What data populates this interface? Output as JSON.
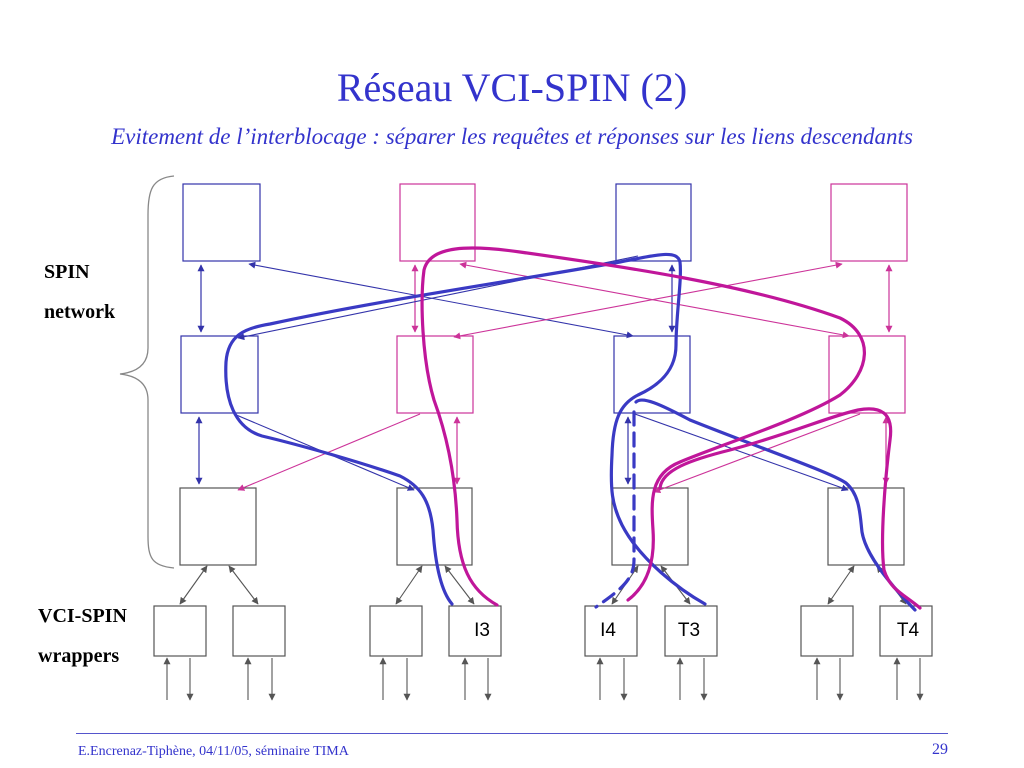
{
  "slide": {
    "title": "Réseau VCI-SPIN (2)",
    "subtitle": "Evitement de l’interblocage : séparer les requêtes et réponses sur les liens descendants",
    "footer": "E.Encrenaz-Tiphène, 04/11/05, séminaire TIMA",
    "page_number": "29"
  },
  "labels": {
    "spin_line1": "SPIN",
    "spin_line2": "network",
    "vci_line1": "VCI-SPIN",
    "vci_line2": "wrappers"
  },
  "wrappers": {
    "i3": "I3",
    "i4": "I4",
    "t3": "T3",
    "t4": "T4"
  },
  "colors": {
    "title": "#3333cc",
    "blue_path": "#3a3ac4",
    "magenta_path": "#c0169a",
    "blue_router": "#3333aa",
    "magenta_router": "#cc3399",
    "gray_router": "#555555"
  }
}
